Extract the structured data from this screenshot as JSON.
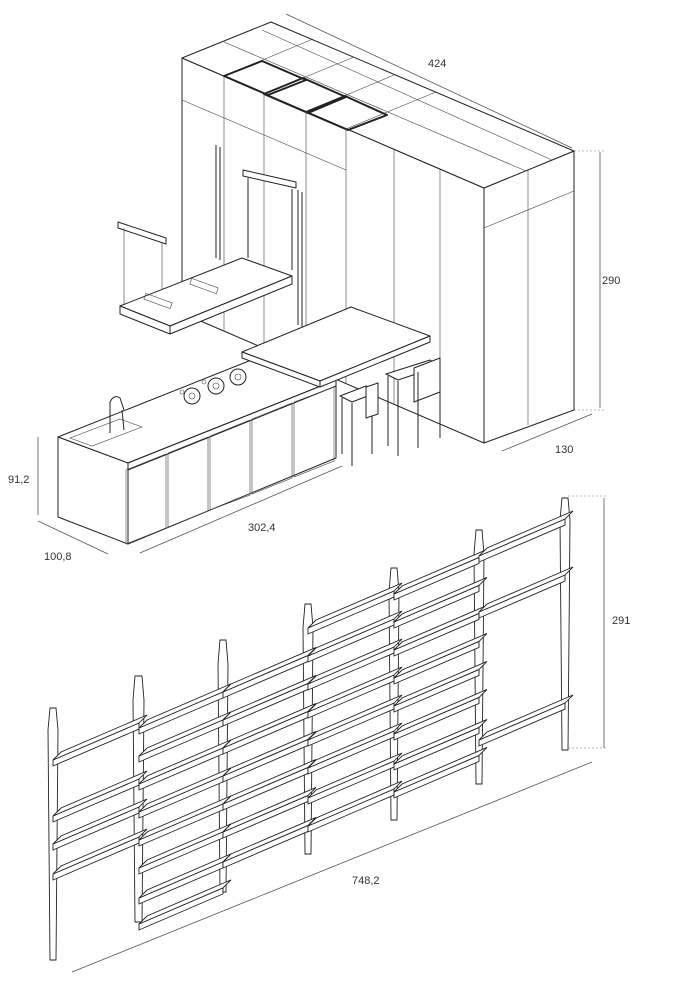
{
  "dimensions": {
    "wall_width": "424",
    "wall_height": "290",
    "wall_depth": "130",
    "island_height": "91,2",
    "island_depth": "100,8",
    "island_length": "302,4",
    "shelving_height": "291",
    "shelving_length": "748,2"
  },
  "colors": {
    "line": "#222222",
    "dimension": "#555555",
    "background": "#ffffff"
  }
}
